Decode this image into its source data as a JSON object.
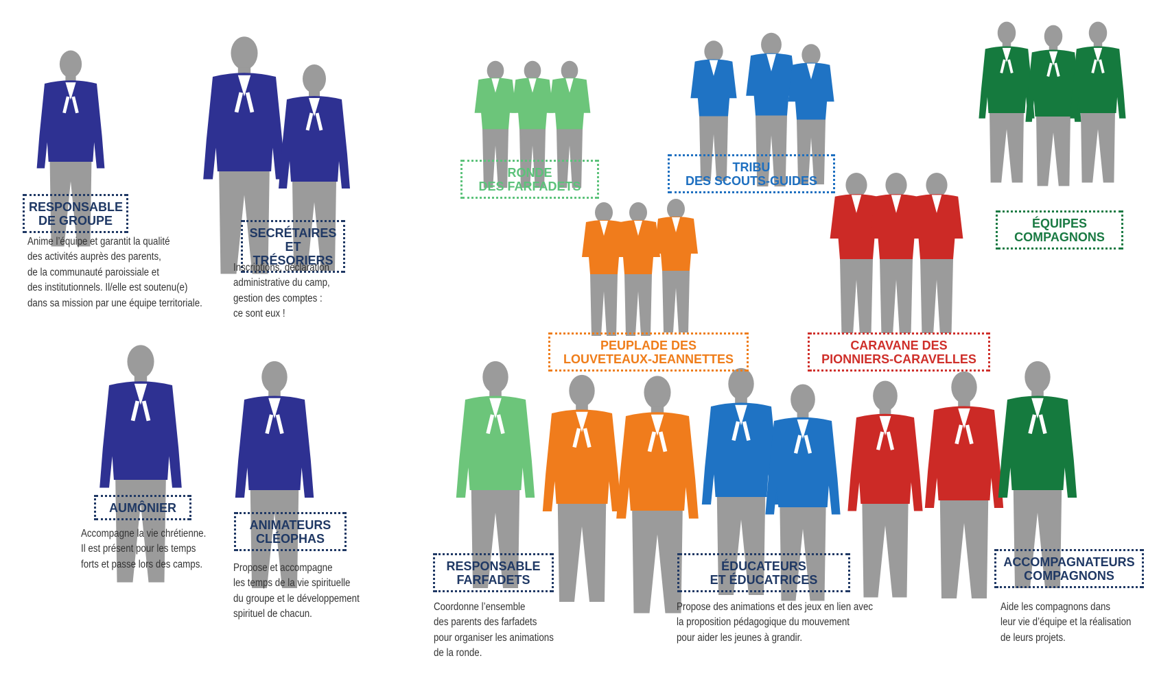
{
  "colors": {
    "navy_text": "#1f3864",
    "silhouette_gray": "#9b9b9b",
    "shirt_navy": "#2e3192",
    "shirt_light_green": "#6cc57a",
    "shirt_blue": "#1f73c4",
    "shirt_orange": "#f07c1c",
    "shirt_red": "#cc2a26",
    "shirt_dark_green": "#157a3e"
  },
  "roles": {
    "responsable_groupe": {
      "title": [
        "RESPONSABLE",
        "DE GROUPE"
      ],
      "description": [
        "Anime l’équipe et garantit la qualité",
        "des activités auprès des parents,",
        "de la communauté paroissiale et",
        "des institutionnels. Il/elle est soutenu(e)",
        "dans sa mission par une équipe territoriale."
      ]
    },
    "secretaires": {
      "title": [
        "SECRÉTAIRES",
        "ET TRÉSORIERS"
      ],
      "description": [
        "Inscriptions, déclaration",
        "administrative du camp,",
        "gestion des comptes :",
        "ce sont eux !"
      ]
    },
    "aumonier": {
      "title": [
        "AUMÔNIER"
      ],
      "description": [
        "Accompagne la vie chrétienne.",
        "Il est présent pour les temps",
        "forts et passe lors des camps."
      ]
    },
    "cleophas": {
      "title": [
        "ANIMATEURS",
        "CLÉOPHAS"
      ],
      "description": [
        "Propose et accompagne",
        "les temps de la vie spirituelle",
        "du groupe et le développement",
        "spirituel de chacun."
      ]
    },
    "resp_farfadets": {
      "title": [
        "RESPONSABLE",
        "FARFADETS"
      ],
      "description": [
        "Coordonne l’ensemble",
        "des parents des farfadets",
        "pour organiser les animations",
        "de la ronde."
      ]
    },
    "educateurs": {
      "title": [
        "ÉDUCATEURS",
        "ET ÉDUCATRICES"
      ],
      "description": [
        "Propose des animations et des jeux en lien avec",
        "la proposition pédagogique du mouvement",
        "pour aider les jeunes à grandir."
      ]
    },
    "accompagnateurs": {
      "title": [
        "ACCOMPAGNATEURS",
        "COMPAGNONS"
      ],
      "description": [
        "Aide les compagnons dans",
        "leur vie d’équipe et la réalisation",
        "de leurs projets."
      ]
    }
  },
  "branches": {
    "farfadets": [
      "RONDE",
      "DES FARFADETS"
    ],
    "scouts_guides": [
      "TRIBU",
      "DES SCOUTS-GUIDES"
    ],
    "louveteaux": [
      "PEUPLADE DES",
      "LOUVETEAUX-JEANNETTES"
    ],
    "pionniers": [
      "CARAVANE DES",
      "PIONNIERS-CARAVELLES"
    ],
    "compagnons": [
      "ÉQUIPES",
      "COMPAGNONS"
    ]
  }
}
